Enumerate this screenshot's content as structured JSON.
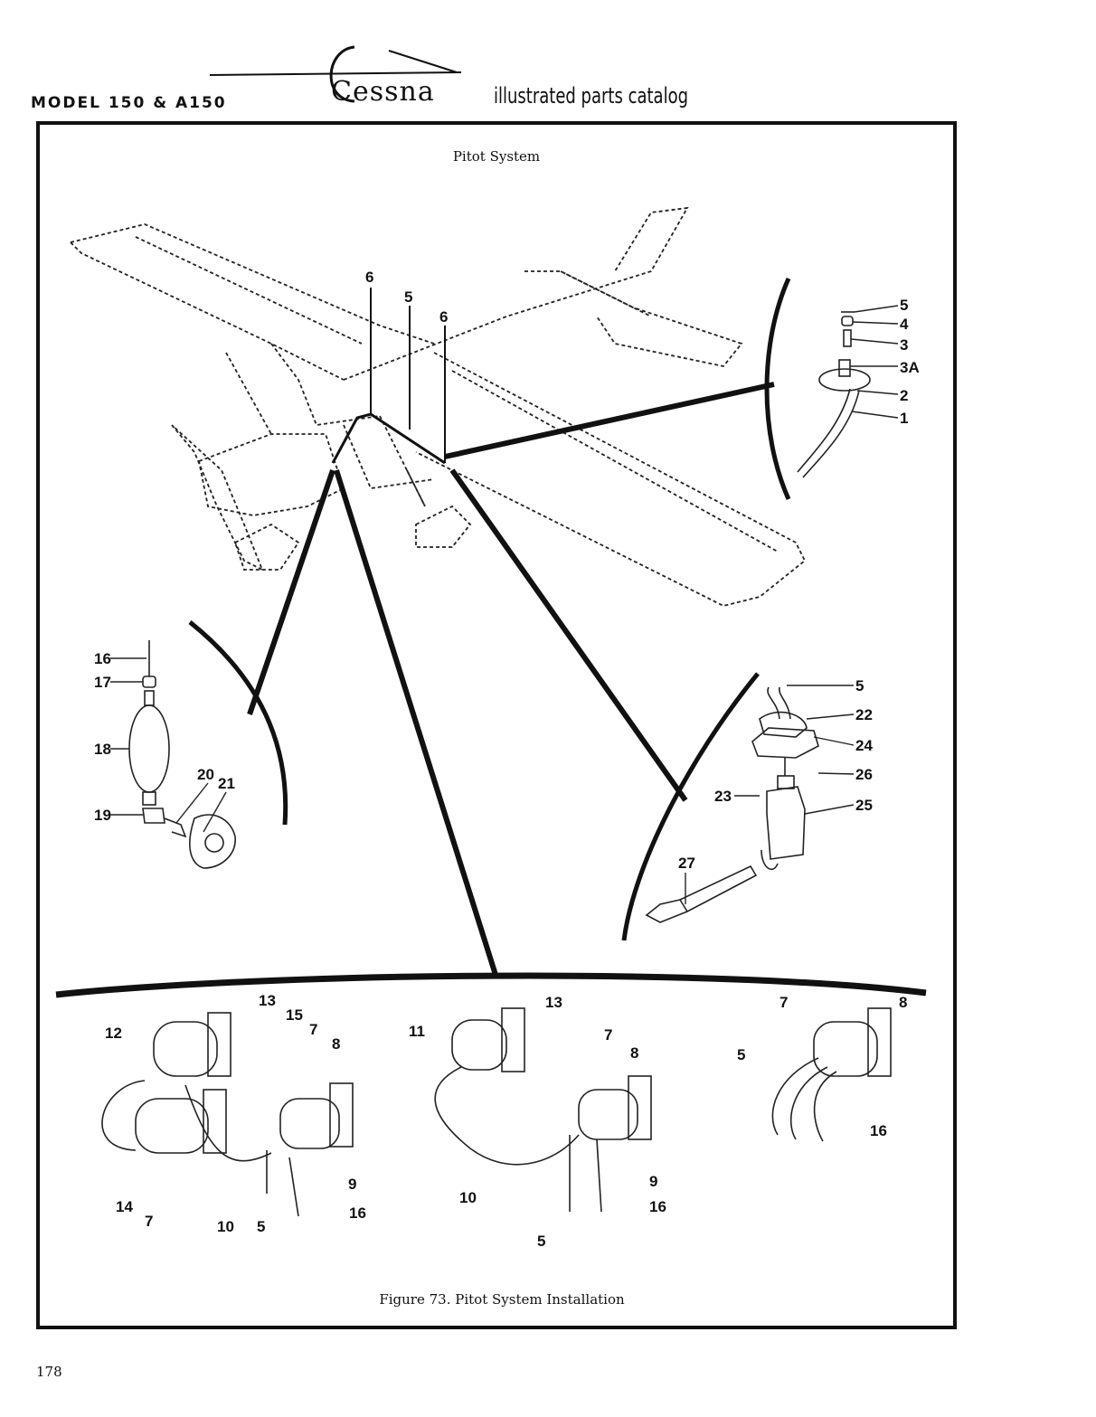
{
  "header": {
    "model": "MODEL 150 & A150",
    "brand": "Cessna",
    "catalog": "illustrated parts catalog"
  },
  "figure": {
    "title": "Pitot System",
    "caption": "Figure 73.  Pitot System Installation"
  },
  "page_number": "178",
  "callouts": {
    "aircraft": [
      "6",
      "5",
      "6"
    ],
    "pitot_mast": [
      "5",
      "4",
      "3",
      "3A",
      "2",
      "1"
    ],
    "left_detail": [
      "16",
      "17",
      "18",
      "19",
      "20",
      "21"
    ],
    "heated_pitot": [
      "5",
      "22",
      "24",
      "26",
      "23",
      "25",
      "27"
    ],
    "panel_a": [
      "12",
      "13",
      "15",
      "7",
      "8",
      "9",
      "14",
      "7",
      "10",
      "5",
      "16"
    ],
    "panel_b": [
      "11",
      "13",
      "7",
      "8",
      "9",
      "10",
      "16",
      "5"
    ],
    "panel_c": [
      "7",
      "8",
      "5",
      "16"
    ]
  }
}
